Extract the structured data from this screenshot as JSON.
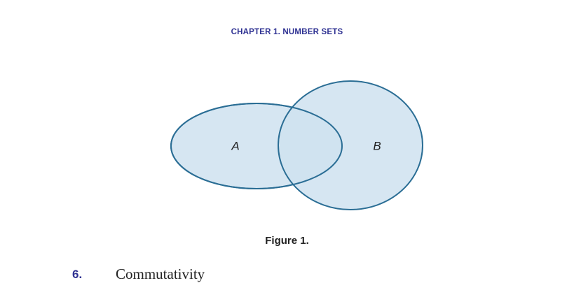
{
  "header": {
    "running_title": "CHAPTER 1.  NUMBER SETS"
  },
  "figure": {
    "labels": {
      "set_a": "A",
      "set_b": "B"
    },
    "caption": "Figure 1.",
    "colors": {
      "fill": "#cfe2f0",
      "stroke": "#2b6e95"
    }
  },
  "section": {
    "number": "6.",
    "title": "Commutativity"
  }
}
